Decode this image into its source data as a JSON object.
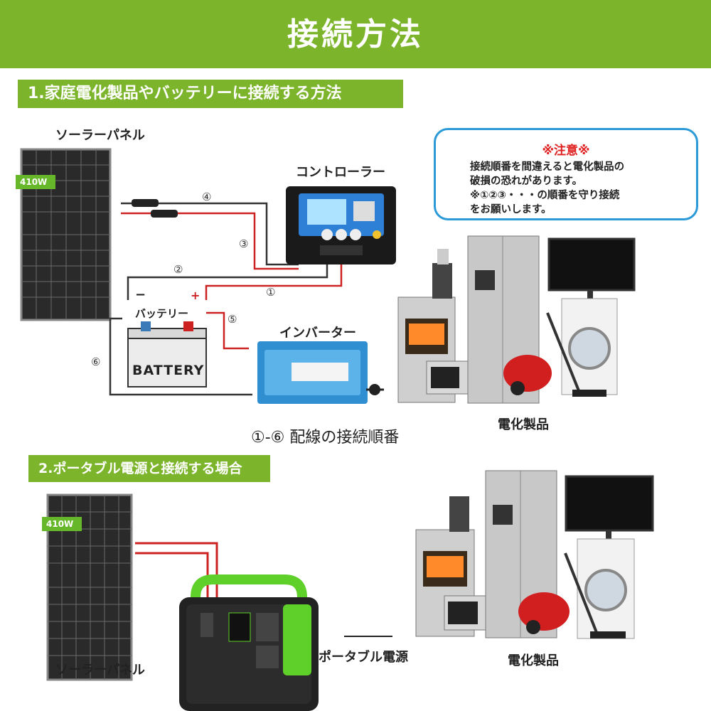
{
  "header": {
    "title": "接続方法"
  },
  "section1": {
    "heading": "1.家庭電化製品やバッテリーに接続する方法",
    "solar_label": "ソーラーパネル",
    "panel_tag": "410W",
    "controller_label": "コントローラー",
    "battery_label": "バッテリー",
    "battery_text": "BATTERY",
    "inverter_label": "インバーター",
    "appliance_label": "電化製品",
    "wiring_caption": "①-⑥ 配線の接続順番",
    "wire_numbers": [
      "④",
      "③",
      "②",
      "①",
      "⑤",
      "⑥"
    ],
    "polarity_minus": "−",
    "polarity_plus": "+"
  },
  "notice": {
    "title": "※注意※",
    "lines": [
      "接続順番を間違えると電化製品の",
      "破損の恐れがあります。",
      "※①②③・・・の順番を守り接続",
      "をお願いします。"
    ]
  },
  "section2": {
    "heading": "2.ポータブル電源と接続する場合",
    "panel_tag": "410W",
    "solar_label": "ソーラーパネル",
    "power_station_label": "ポータブル電源",
    "appliance_label": "電化製品"
  },
  "colors": {
    "accent_green": "#7cb52c",
    "notice_border": "#2a9ad8",
    "warning_red": "#e02020"
  }
}
